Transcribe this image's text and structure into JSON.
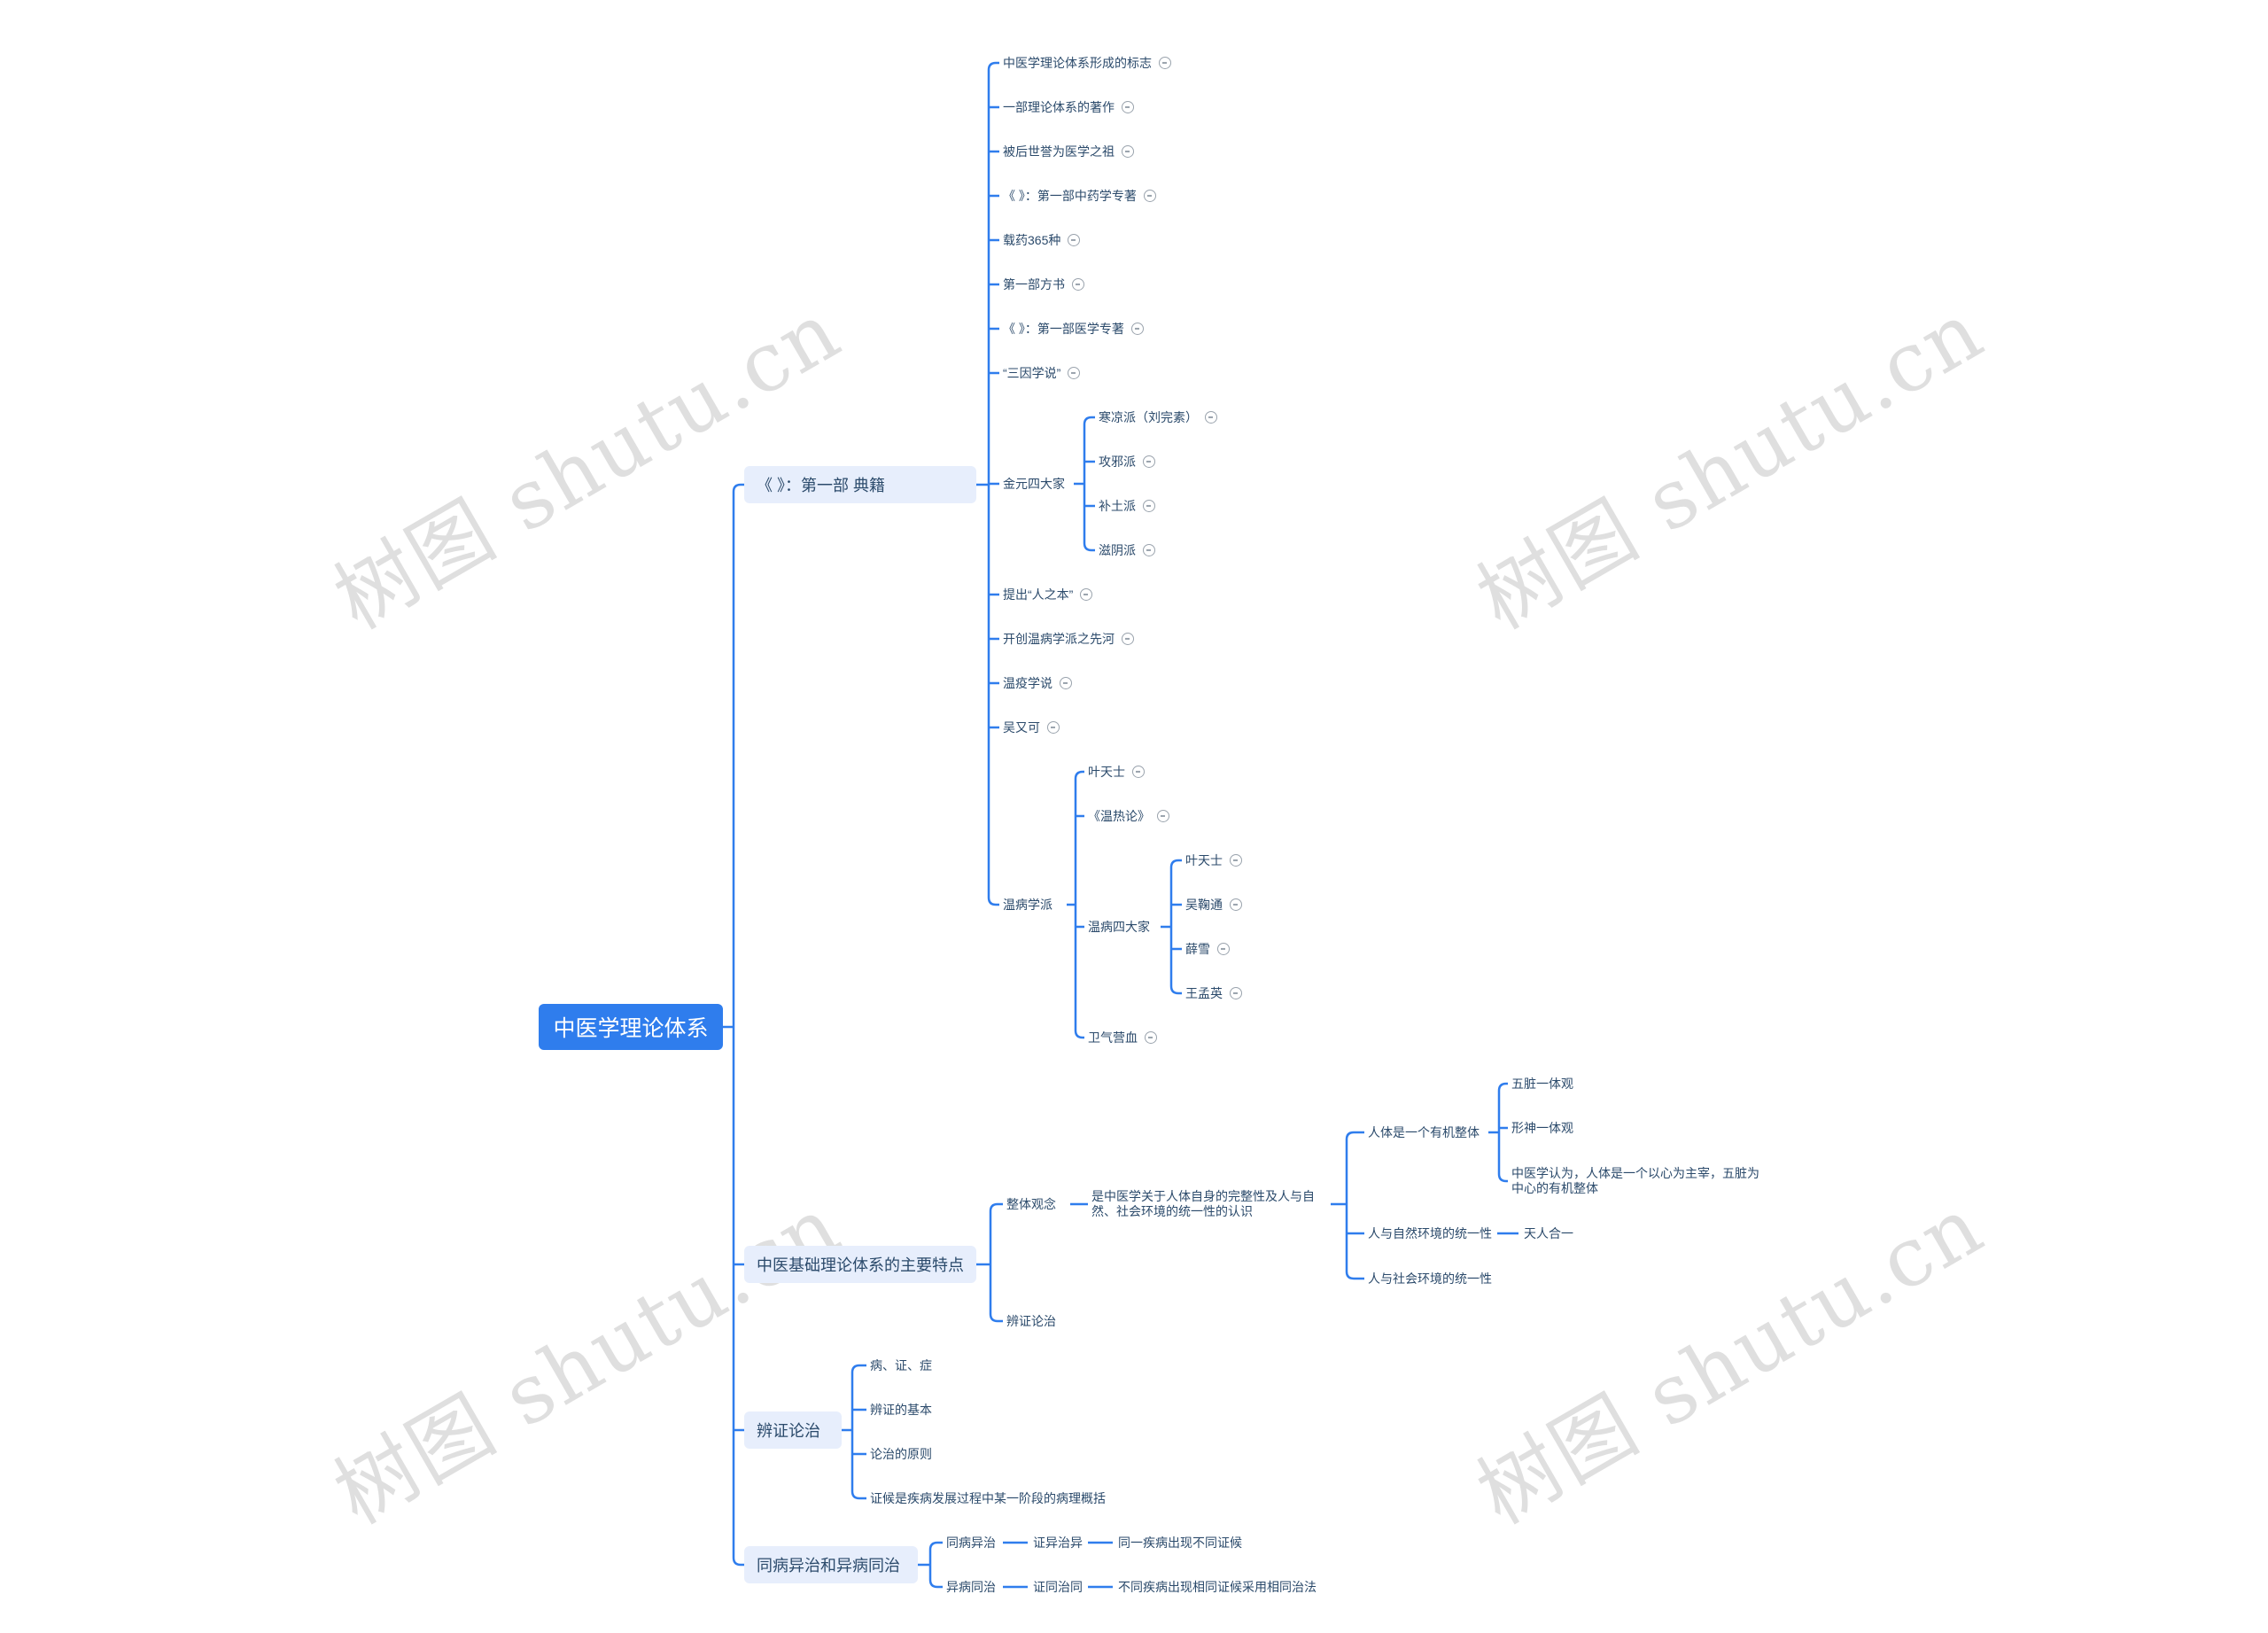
{
  "colors": {
    "line": "#2f7ded",
    "root_bg": "#2f7ded",
    "l1_bg": "#e7eefc",
    "text": "#2b4a6b",
    "icon": "note-icon"
  },
  "watermark": "树图 shutu.cn",
  "root": "中医学理论体系",
  "branches": {
    "b1": {
      "label": "《 》：第一部 典籍",
      "items": {
        "i1": "中医学理论体系形成的标志",
        "i2": "一部理论体系的著作",
        "i3": "被后世誉为医学之祖",
        "i4": "《 》：第一部中药学专著",
        "i5": "载药365种",
        "i6": "第一部方书",
        "i7": "《 》：第一部医学专著",
        "i8": "“三因学说”",
        "i9": {
          "label": "金元四大家",
          "children": [
            "寒凉派（刘完素）",
            "攻邪派",
            "补土派",
            "滋阴派"
          ]
        },
        "i10": "提出“人之本”",
        "i11": "开创温病学派之先河",
        "i12": "温疫学说",
        "i13": "吴又可",
        "i14": {
          "label": "温病学派",
          "children": {
            "c1": "叶天士",
            "c2": "《温热论》",
            "c3": {
              "label": "温病四大家",
              "children": [
                "叶天士",
                "吴鞠通",
                "薛雪",
                "王孟英"
              ]
            },
            "c4": "卫气营血"
          }
        }
      }
    },
    "b2": {
      "label": "中医基础理论体系的主要特点",
      "child": {
        "label": "整体观念",
        "desc": "是中医学关于人体自身的完整性及人与自然、社会环境的统一性的认识",
        "items": {
          "a": {
            "label": "人体是一个有机整体",
            "children": [
              "五脏一体观",
              "形神一体观",
              "中医学认为，人体是一个以心为主宰，五脏为中心的有机整体"
            ]
          },
          "b": {
            "label": "人与自然环境的统一性",
            "tail": "天人合一"
          },
          "c": "人与社会环境的统一性"
        }
      },
      "child2": "辨证论治"
    },
    "b3": {
      "label": "辨证论治",
      "items": [
        "病、证、症",
        "辨证的基本",
        "论治的原则",
        "证候是疾病发展过程中某一阶段的病理概括"
      ]
    },
    "b4": {
      "label": "同病异治和异病同治",
      "rows": [
        [
          "同病异治",
          "证异治异",
          "同一疾病出现不同证候"
        ],
        [
          "异病同治",
          "证同治同",
          "不同疾病出现相同证候采用相同治法"
        ]
      ]
    }
  }
}
